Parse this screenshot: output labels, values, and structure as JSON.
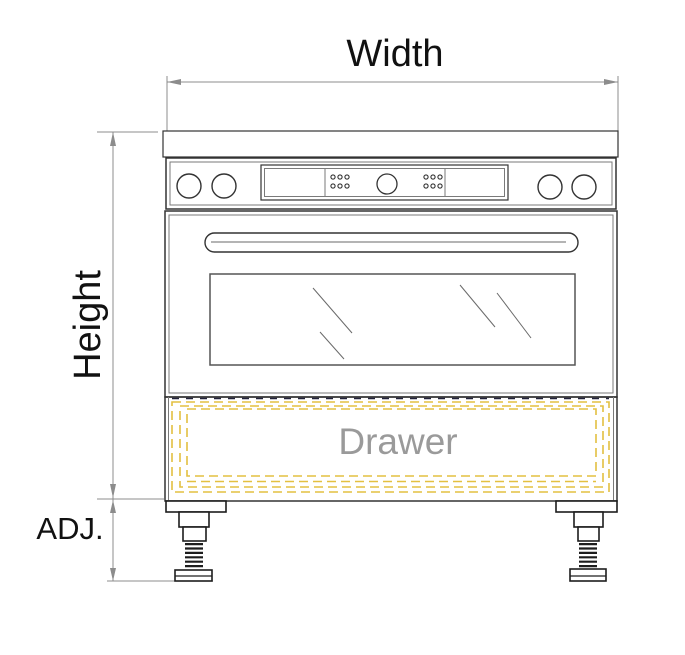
{
  "diagram": {
    "type": "appliance-dimension-drawing",
    "subject": "freestanding range / oven front elevation",
    "labels": {
      "width": "Width",
      "height": "Height",
      "adjustable": "ADJ.",
      "drawer": "Drawer"
    },
    "colors": {
      "outline": "#333333",
      "dimension_line": "#8c8c8c",
      "drawer_hidden_line": "#e3c041",
      "drawer_hidden_line_dark": "#22223a",
      "drawer_text": "#9a9a9a",
      "label_text": "#111111"
    }
  }
}
